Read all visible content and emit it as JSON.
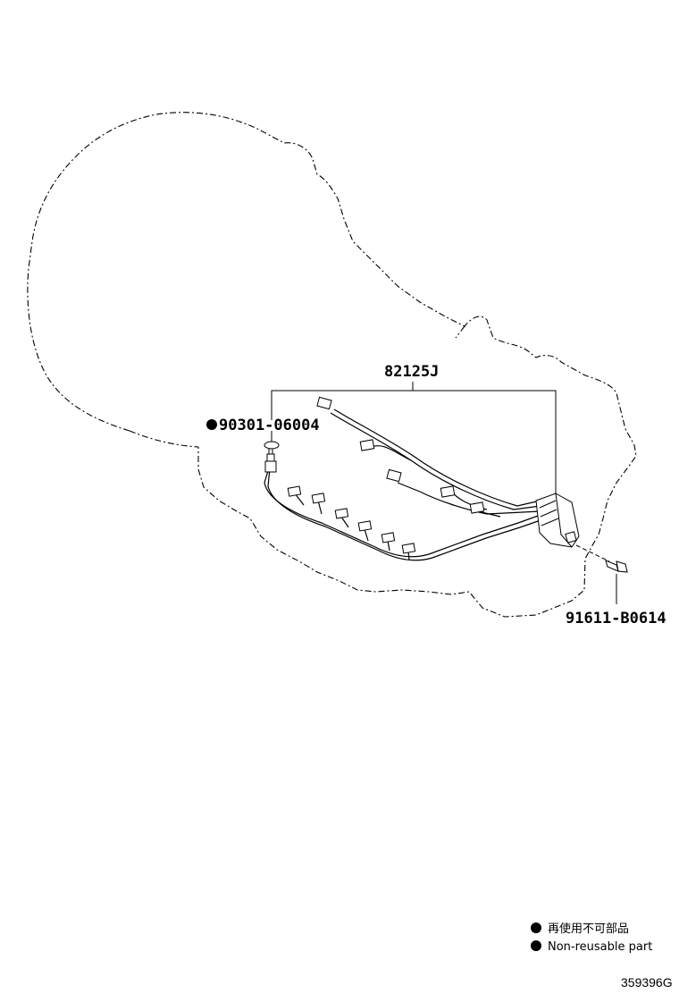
{
  "parts": {
    "harness": "82125J",
    "oring": "90301-06004",
    "bolt": "91611-B0614"
  },
  "legend": {
    "line1": "再使用不可部品",
    "line2": "Non-reusable part"
  },
  "figure_id": "359396G"
}
